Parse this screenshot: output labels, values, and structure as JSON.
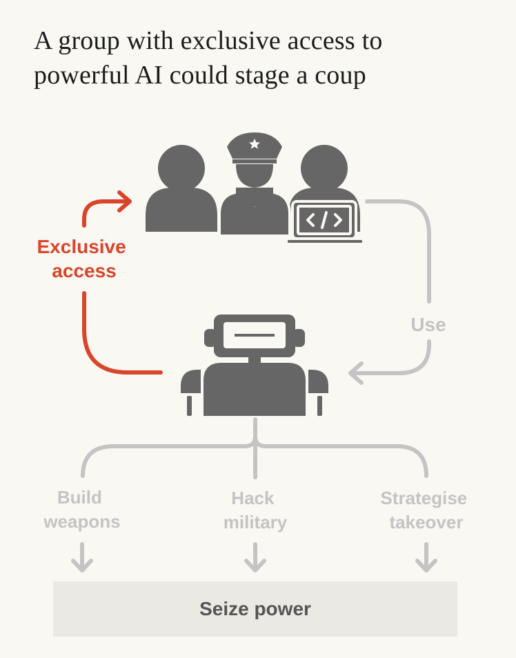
{
  "title": {
    "line1": "A group with exclusive access to",
    "line2": "powerful AI could stage a coup"
  },
  "labels": {
    "exclusive_line1": "Exclusive",
    "exclusive_line2": "access",
    "use": "Use",
    "build_line1": "Build",
    "build_line2": "weapons",
    "hack_line1": "Hack",
    "hack_line2": "military",
    "strategise_line1": "Strategise",
    "strategise_line2": "takeover",
    "seize": "Seize power"
  },
  "icons": {
    "group": "people-group-icon",
    "officer": "military-officer-icon",
    "programmer": "programmer-laptop-icon",
    "ai": "robot-icon"
  },
  "colors": {
    "background": "#f9f8f3",
    "icon": "#666666",
    "accent": "#d9452b",
    "muted": "#c4c4c4",
    "box": "#ebe9e4"
  }
}
